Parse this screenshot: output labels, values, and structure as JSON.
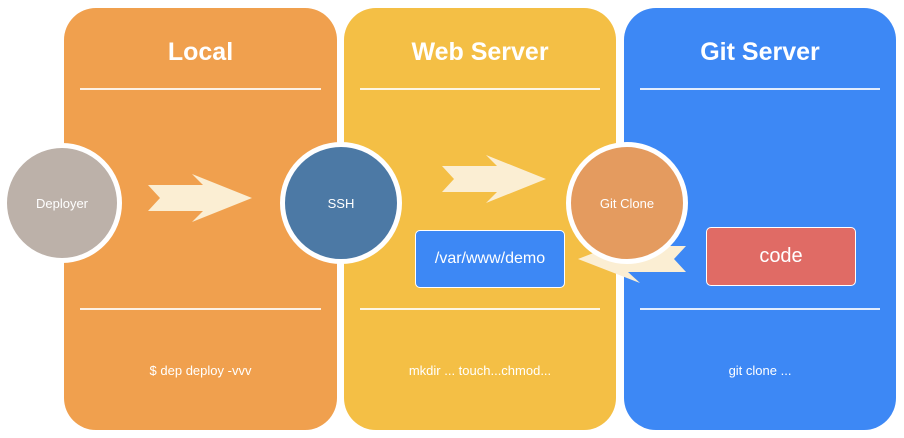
{
  "panels": {
    "local": {
      "title": "Local",
      "command": "$ dep deploy -vvv"
    },
    "web": {
      "title": "Web Server",
      "command": "mkdir ... touch...chmod..."
    },
    "git": {
      "title": "Git Server",
      "command": "git clone ..."
    }
  },
  "nodes": {
    "deployer": "Deployer",
    "ssh": "SSH",
    "git_clone": "Git Clone"
  },
  "boxes": {
    "path": "/var/www/demo",
    "code": "code"
  },
  "colors": {
    "local": "#f0a04e",
    "web": "#f4bf45",
    "git": "#3d88f5",
    "deployer": "#bcb1a9",
    "ssh": "#4c79a5",
    "git_clone": "#e49b5f",
    "code": "#e06b65",
    "arrow": "#fbeed3"
  }
}
